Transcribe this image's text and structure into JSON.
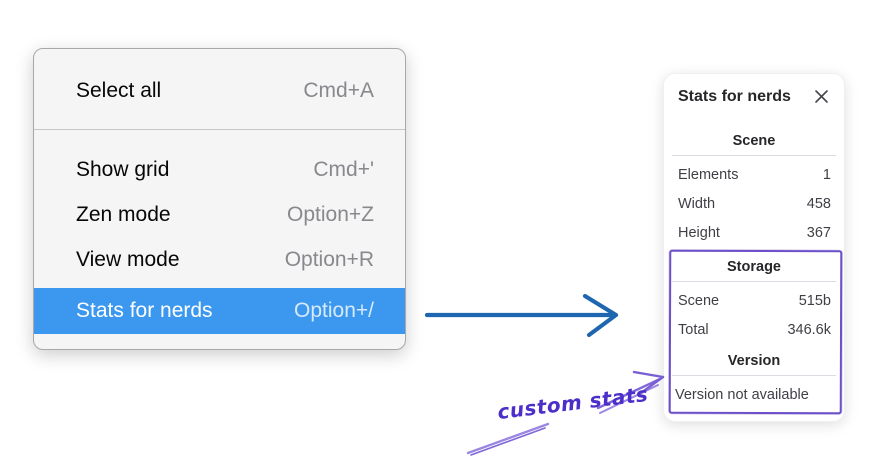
{
  "menu": {
    "sections": [
      {
        "items": [
          {
            "label": "Select all",
            "shortcut": "Cmd+A",
            "highlighted": false
          }
        ]
      },
      {
        "items": [
          {
            "label": "Show grid",
            "shortcut": "Cmd+'",
            "highlighted": false
          },
          {
            "label": "Zen mode",
            "shortcut": "Option+Z",
            "highlighted": false
          },
          {
            "label": "View mode",
            "shortcut": "Option+R",
            "highlighted": false
          },
          {
            "label": "Stats for nerds",
            "shortcut": "Option+/",
            "highlighted": true
          }
        ]
      }
    ]
  },
  "stats_panel": {
    "title": "Stats for nerds",
    "scene": {
      "header": "Scene",
      "rows": [
        {
          "label": "Elements",
          "value": "1"
        },
        {
          "label": "Width",
          "value": "458"
        },
        {
          "label": "Height",
          "value": "367"
        }
      ]
    },
    "storage": {
      "header": "Storage",
      "rows": [
        {
          "label": "Scene",
          "value": "515b"
        },
        {
          "label": "Total",
          "value": "346.6k"
        }
      ]
    },
    "version": {
      "header": "Version",
      "note": "Version not available"
    }
  },
  "annotation": {
    "label": "custom stats"
  },
  "colors": {
    "menu_highlight": "#3b98ee",
    "blue_arrow": "#1e66af",
    "annotation_purple": "#6c50c8",
    "annotation_text_purple": "#4c2ec9"
  }
}
